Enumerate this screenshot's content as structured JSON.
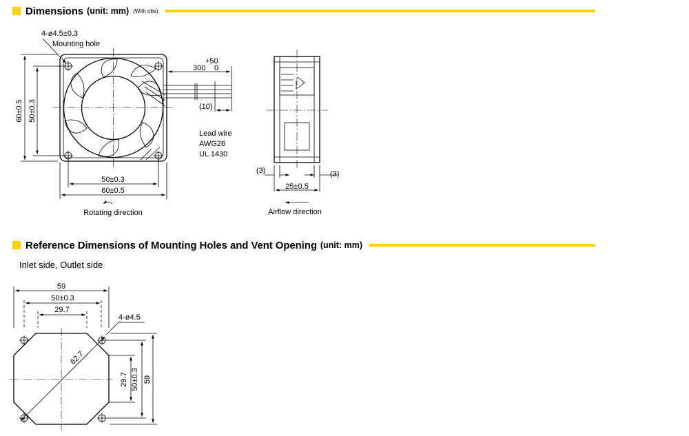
{
  "accent_color": "#ffd200",
  "section1": {
    "title": "Dimensions",
    "unit": "(unit: mm)",
    "note": "(With ribs)"
  },
  "front_view": {
    "hole_callout": "4-ø4.5±0.3",
    "hole_label": "Mounting hole",
    "height_outer": "60±0.5",
    "height_inner": "50±0.3",
    "width_inner": "50±0.3",
    "width_outer": "60±0.5",
    "rotating_label": "Rotating direction",
    "lead_length": "300",
    "lead_tol_upper": "+50",
    "lead_tol_lower": "0",
    "strip_length": "(10)",
    "lead_spec": [
      "Lead wire",
      "AWG26",
      "UL 1430"
    ]
  },
  "side_view": {
    "left_rib": "(3)",
    "right_rib": "(3)",
    "depth": "25±0.5",
    "airflow_label": "Airflow direction"
  },
  "section2": {
    "title": "Reference Dimensions of Mounting Holes and Vent Opening",
    "unit": "(unit: mm)",
    "subtitle": "Inlet side, Outlet side"
  },
  "hole_pattern": {
    "overall_width": "59",
    "hole_pitch_h": "50±0.3",
    "opening_h": "29.7",
    "hole_callout": "4-ø4.5",
    "diagonal": "62.7",
    "opening_v": "29.7",
    "hole_pitch_v": "50±0.3",
    "overall_height": "59"
  }
}
